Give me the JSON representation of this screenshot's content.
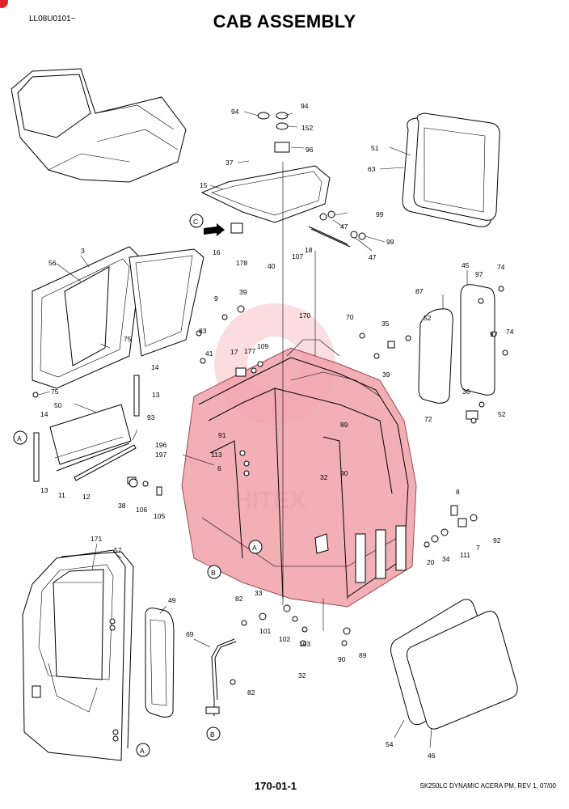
{
  "header": {
    "serial": "LL08U0101~",
    "title": "CAB ASSEMBLY"
  },
  "footer": {
    "page_number": "170-01-1",
    "note": "SK250LC DYNAMIC ACERA PM, REV 1, 07/00"
  },
  "watermark": "HITEX",
  "callouts": [
    "A",
    "B",
    "C"
  ],
  "part_numbers": [
    "94",
    "94",
    "152",
    "96",
    "37",
    "15",
    "99",
    "47",
    "18",
    "99",
    "47",
    "107",
    "40",
    "178",
    "16",
    "51",
    "63",
    "3",
    "56",
    "75",
    "45",
    "97",
    "74",
    "87",
    "52",
    "70",
    "35",
    "39",
    "9",
    "39",
    "170",
    "83",
    "41",
    "17",
    "177",
    "109",
    "97",
    "74",
    "14",
    "13",
    "75",
    "50",
    "93",
    "14",
    "13",
    "11",
    "12",
    "196",
    "197",
    "91",
    "113",
    "6",
    "38",
    "106",
    "105",
    "89",
    "90",
    "32",
    "36",
    "72",
    "52",
    "8",
    "92",
    "7",
    "111",
    "34",
    "20",
    "171",
    "57",
    "49",
    "82",
    "33",
    "101",
    "102",
    "103",
    "32",
    "90",
    "89",
    "69",
    "82",
    "54",
    "46"
  ]
}
